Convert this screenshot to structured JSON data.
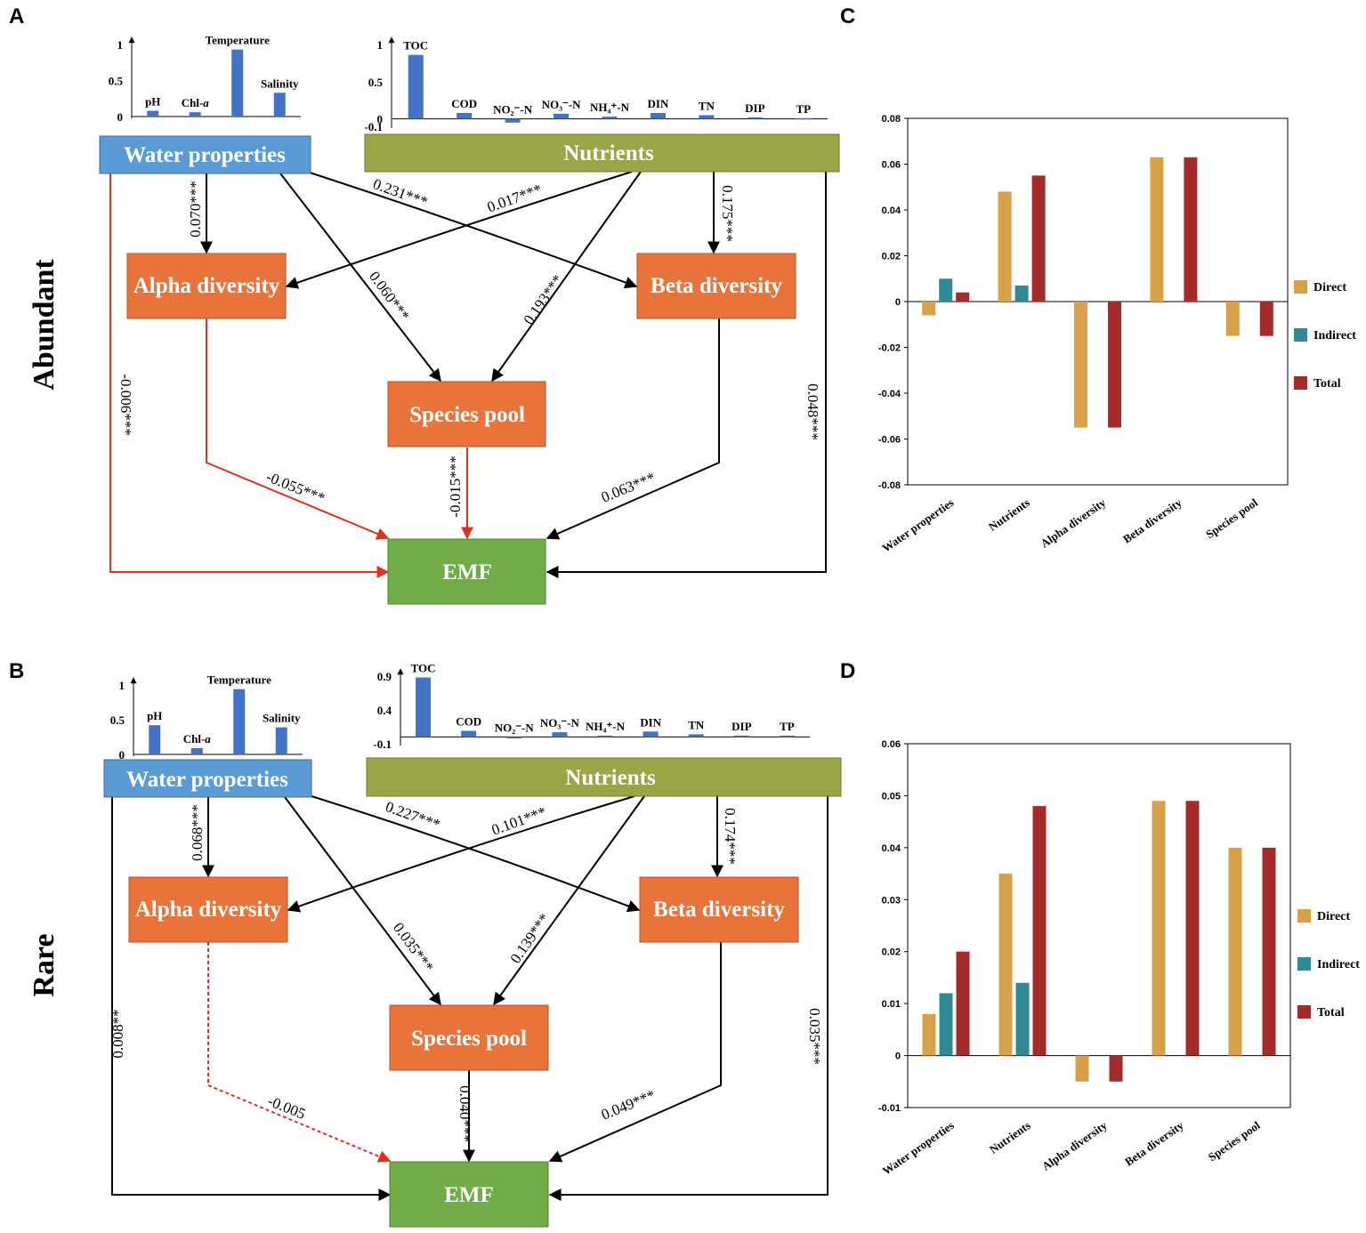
{
  "panel_labels": {
    "A": "A",
    "B": "B",
    "C": "C",
    "D": "D"
  },
  "side_labels": {
    "abundant": "Abundant",
    "rare": "Rare"
  },
  "colors": {
    "water_box": "#5b9bd5",
    "nutrient_box": "#9aa547",
    "diversity_box": "#e8743b",
    "emf_box": "#70ad47",
    "mini_bar": "#4472c4",
    "direct": "#d9a04a",
    "indirect": "#2e8b96",
    "total": "#a52a2a",
    "positive_path": "#000000",
    "negative_path": "#e0301e"
  },
  "nodes": {
    "water": "Water properties",
    "nutrients": "Nutrients",
    "alpha": "Alpha diversity",
    "beta": "Beta diversity",
    "pool": "Species pool",
    "emf": "EMF"
  },
  "panelA": {
    "water_bars": {
      "ticks": [
        "1",
        "0.5",
        "0"
      ],
      "items": [
        {
          "label": "pH",
          "value": 0.08
        },
        {
          "label": "Chl-a",
          "value": 0.06
        },
        {
          "label": "Temperature",
          "value": 0.93
        },
        {
          "label": "Salinity",
          "value": 0.33
        }
      ]
    },
    "nutrient_bars": {
      "ticks": [
        "1",
        "0.5",
        "0",
        "-0.1"
      ],
      "items": [
        {
          "label": "TOC",
          "value": 0.86
        },
        {
          "label": "COD",
          "value": 0.08
        },
        {
          "label": "NO₂⁻-N",
          "value": -0.05
        },
        {
          "label": "NO₃⁻-N",
          "value": 0.07
        },
        {
          "label": "NH₄⁺-N",
          "value": 0.03
        },
        {
          "label": "DIN",
          "value": 0.08
        },
        {
          "label": "TN",
          "value": 0.05
        },
        {
          "label": "DIP",
          "value": 0.02
        },
        {
          "label": "TP",
          "value": 0.01
        }
      ]
    },
    "paths": {
      "water_alpha": "0.070***",
      "water_beta": "0.231***",
      "nutrient_alpha": "0.017***",
      "nutrient_beta": "0.175***",
      "water_pool": "0.060***",
      "nutrient_pool": "0.193***",
      "water_emf": "-0.006***",
      "nutrient_emf": "0.048***",
      "alpha_emf": "-0.055***",
      "pool_emf": "-0.015***",
      "beta_emf": "0.063***"
    }
  },
  "panelB": {
    "water_bars": {
      "ticks": [
        "1",
        "0.5",
        "0"
      ],
      "items": [
        {
          "label": "pH",
          "value": 0.42
        },
        {
          "label": "Chl-a",
          "value": 0.09
        },
        {
          "label": "Temperature",
          "value": 0.94
        },
        {
          "label": "Salinity",
          "value": 0.39
        }
      ]
    },
    "nutrient_bars": {
      "ticks": [
        "0.9",
        "0.4",
        "-0.1"
      ],
      "items": [
        {
          "label": "TOC",
          "value": 0.88
        },
        {
          "label": "COD",
          "value": 0.09
        },
        {
          "label": "NO₂⁻-N",
          "value": -0.02
        },
        {
          "label": "NO₃⁻-N",
          "value": 0.07
        },
        {
          "label": "NH₄⁺-N",
          "value": 0.02
        },
        {
          "label": "DIN",
          "value": 0.08
        },
        {
          "label": "TN",
          "value": 0.04
        },
        {
          "label": "DIP",
          "value": 0.02
        },
        {
          "label": "TP",
          "value": 0.02
        }
      ]
    },
    "paths": {
      "water_alpha": "0.068***",
      "water_beta": "0.227***",
      "nutrient_alpha": "0.101***",
      "nutrient_beta": "0.174***",
      "water_pool": "0.035***",
      "nutrient_pool": "0.139***",
      "water_emf": "0.008**",
      "nutrient_emf": "0.035***",
      "alpha_emf": "-0.005",
      "pool_emf": "0.040***",
      "beta_emf": "0.049***"
    }
  },
  "chart_data": [
    {
      "type": "bar",
      "panel": "C",
      "categories": [
        "Water properties",
        "Nutrients",
        "Alpha diversity",
        "Beta diversity",
        "Species pool"
      ],
      "series": [
        {
          "name": "Direct",
          "values": [
            -0.006,
            0.048,
            -0.055,
            0.063,
            -0.015
          ]
        },
        {
          "name": "Indirect",
          "values": [
            0.01,
            0.007,
            0,
            0,
            0
          ]
        },
        {
          "name": "Total",
          "values": [
            0.004,
            0.055,
            -0.055,
            0.063,
            -0.015
          ]
        }
      ],
      "ylim": [
        -0.08,
        0.08
      ],
      "yticks": [
        "0.08",
        "0.06",
        "0.04",
        "0.02",
        "0",
        "-0.02",
        "-0.04",
        "-0.06",
        "-0.08"
      ],
      "legend": "right",
      "grid": false
    },
    {
      "type": "bar",
      "panel": "D",
      "categories": [
        "Water properties",
        "Nutrients",
        "Alpha diversity",
        "Beta diversity",
        "Species pool"
      ],
      "series": [
        {
          "name": "Direct",
          "values": [
            0.008,
            0.035,
            -0.005,
            0.049,
            0.04
          ]
        },
        {
          "name": "Indirect",
          "values": [
            0.012,
            0.014,
            0,
            0,
            0
          ]
        },
        {
          "name": "Total",
          "values": [
            0.02,
            0.048,
            -0.005,
            0.049,
            0.04
          ]
        }
      ],
      "ylim": [
        -0.01,
        0.06
      ],
      "yticks": [
        "0.06",
        "0.05",
        "0.04",
        "0.03",
        "0.02",
        "0.01",
        "0",
        "-0.01"
      ],
      "legend": "right",
      "grid": false
    }
  ]
}
